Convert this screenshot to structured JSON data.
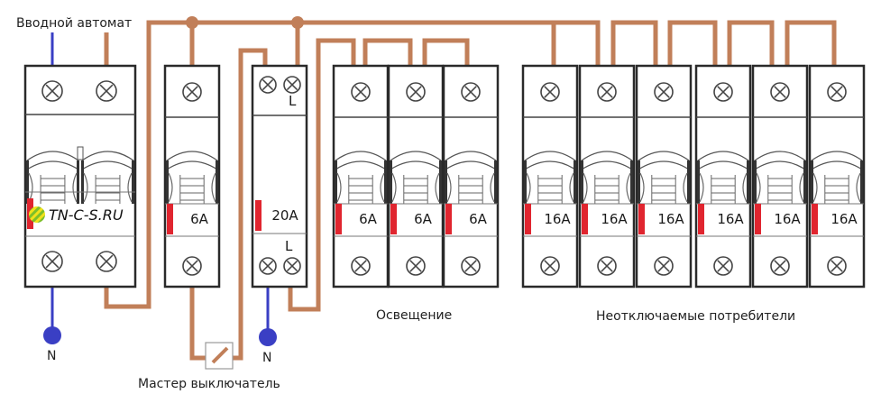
{
  "labels": {
    "main_breaker": "Вводной автомат",
    "lighting": "Освещение",
    "non_switched": "Неотключаемые потребители",
    "master_switch": "Мастер выключатель",
    "neutral_left": "N",
    "neutral_right": "N",
    "brand": "TN-C-S.RU"
  },
  "breakers": {
    "main": {
      "poles": 2,
      "rating": ""
    },
    "master_feed": {
      "rating": "6A"
    },
    "contactor": {
      "rating": "20A",
      "terminal_top": "L",
      "terminal_bottom": "L"
    },
    "lighting": [
      {
        "rating": "6A"
      },
      {
        "rating": "6A"
      },
      {
        "rating": "6A"
      }
    ],
    "consumers": [
      {
        "rating": "16A"
      },
      {
        "rating": "16A"
      },
      {
        "rating": "16A"
      },
      {
        "rating": "16A"
      },
      {
        "rating": "16A"
      },
      {
        "rating": "16A"
      }
    ]
  },
  "colors": {
    "phase_wire": "#c17f59",
    "neutral_wire": "#3a3fc4",
    "red_marker": "#e0252f",
    "outline": "#2a2a2a",
    "ground_green": "#7dbf2a",
    "ground_yellow": "#f2e21a"
  }
}
